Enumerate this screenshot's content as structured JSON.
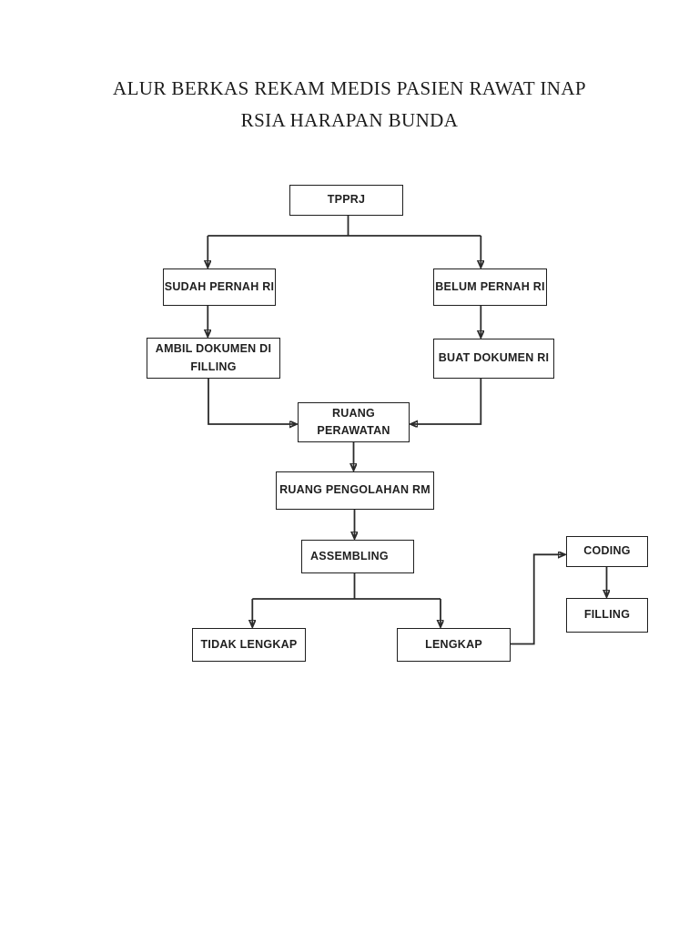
{
  "page": {
    "title": "ALUR BERKAS REKAM MEDIS PASIEN RAWAT INAP",
    "subtitle": "RSIA HARAPAN BUNDA"
  },
  "flowchart": {
    "nodes": [
      {
        "id": "tpprj",
        "label": "TPPRJ"
      },
      {
        "id": "sudah-pernah-ri",
        "label": "SUDAH PERNAH RI"
      },
      {
        "id": "belum-pernah-ri",
        "label": "BELUM PERNAH RI"
      },
      {
        "id": "ambil-dokumen-di-filling",
        "label": "AMBIL DOKUMEN DI\nFILLING"
      },
      {
        "id": "buat-dokumen-ri",
        "label": "BUAT DOKUMEN RI"
      },
      {
        "id": "ruang-perawatan",
        "label": "RUANG\nPERAWATAN"
      },
      {
        "id": "ruang-pengolahan-rm",
        "label": "RUANG PENGOLAHAN RM"
      },
      {
        "id": "assembling",
        "label": "ASSEMBLING"
      },
      {
        "id": "tidak-lengkap",
        "label": "TIDAK LENGKAP"
      },
      {
        "id": "lengkap",
        "label": "LENGKAP"
      },
      {
        "id": "coding",
        "label": "CODING"
      },
      {
        "id": "filling",
        "label": "FILLING"
      }
    ],
    "edges": [
      {
        "from": "TPPRJ",
        "to": "SUDAH PERNAH RI"
      },
      {
        "from": "TPPRJ",
        "to": "BELUM PERNAH RI"
      },
      {
        "from": "SUDAH PERNAH RI",
        "to": "AMBIL DOKUMEN DI FILLING"
      },
      {
        "from": "BELUM PERNAH RI",
        "to": "BUAT DOKUMEN RI"
      },
      {
        "from": "AMBIL DOKUMEN DI FILLING",
        "to": "RUANG PERAWATAN"
      },
      {
        "from": "BUAT DOKUMEN RI",
        "to": "RUANG PERAWATAN"
      },
      {
        "from": "RUANG PERAWATAN",
        "to": "RUANG PENGOLAHAN RM"
      },
      {
        "from": "RUANG PENGOLAHAN RM",
        "to": "ASSEMBLING"
      },
      {
        "from": "ASSEMBLING",
        "to": "TIDAK LENGKAP"
      },
      {
        "from": "ASSEMBLING",
        "to": "LENGKAP"
      },
      {
        "from": "LENGKAP",
        "to": "CODING"
      },
      {
        "from": "CODING",
        "to": "FILLING"
      }
    ],
    "colors": {
      "line": "#2b2b2b",
      "box_border": "#1f1f1f",
      "text": "#1f1f1f",
      "page_background": "#ffffff"
    }
  }
}
